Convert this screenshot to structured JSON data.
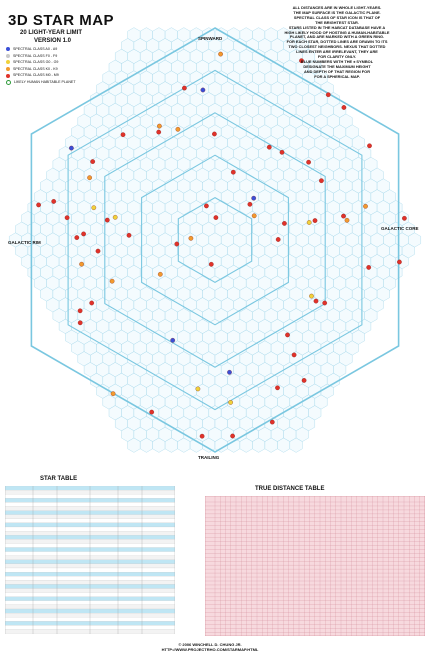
{
  "poster": {
    "title": "3D STAR MAP",
    "subtitle": "20 LIGHT-YEAR LIMIT",
    "version": "VERSION 1.0"
  },
  "legend": [
    {
      "label": "SPECTRAL CLASS A0 - A9",
      "color": "#3a4fd8"
    },
    {
      "label": "SPECTRAL CLASS F0 - F9",
      "color": "#c9c9c9"
    },
    {
      "label": "SPECTRAL CLASS G0 - G9",
      "color": "#f0d23a"
    },
    {
      "label": "SPECTRAL CLASS K0 - K9",
      "color": "#f29a2e"
    },
    {
      "label": "SPECTRAL CLASS M0 - M9",
      "color": "#e0322a"
    },
    {
      "label": "LIKELY HUMAN HABITABLE PLANET",
      "color": "#2e9a3a"
    }
  ],
  "notes": [
    "ALL DISTANCES ARE IN WHOLE LIGHT-YEARS.",
    "THE MAP SURFACE IS THE GALACTIC PLANE.",
    "SPECTRAL CLASS OF STAR ICON IS THAT OF",
    "THE BRIGHTEST STAR.",
    "STARS LISTED IN THE HABCAT DATABASE HAVE A",
    "HIGH LIKELY HOOD OF HOSTING A HUMAN-HABITABLE",
    "PLANET, AND ARE MARKED WITH A GREEN RING.",
    "FOR EACH STAR, DOTTED LINES ARE DRAWN TO ITS",
    "TWO CLOSEST NEIGHBORS. NEXUS THAT DOTTED",
    "LINES ENTER ARE IRRELEVANT, THEY ARE",
    "FOR CLARITY ONLY.",
    "BLUE NUMBERS WITH THE ± SYMBOL",
    "DESIGNATE THE MAXIMUM HEIGHT",
    "AND DEPTH OF THAT REGION FOR",
    "FOR A SPHERICAL MAP."
  ],
  "directions": {
    "spinward": "SPINWARD",
    "trailing": "TRAILING",
    "galactic_rim": "GALACTIC RIM",
    "galactic_core": "GALACTIC CORE"
  },
  "colors": {
    "hex_line": "#9ad3e8",
    "hex_fill": "#f4fbfe",
    "ring_line": "#7ac7e0",
    "table_highlight": "#bfe6f4",
    "dist_fill": "#f7d9de",
    "dist_line": "#d08a98"
  },
  "star_table": {
    "title": "STAR TABLE"
  },
  "distance_table": {
    "title": "TRUE DISTANCE TABLE"
  },
  "credits": [
    "© 2006 WINCHELL D. CHUNG JR.",
    "HTTP://WWW.PROJECTRHO.COM/STARMAP.HTML"
  ]
}
